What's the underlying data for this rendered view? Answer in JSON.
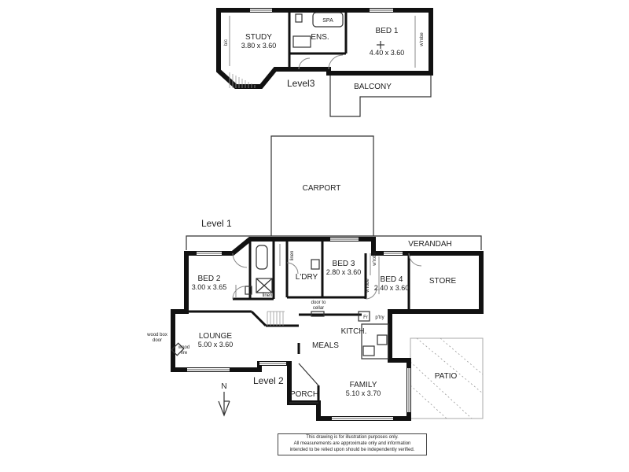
{
  "levels": {
    "level1": "Level 1",
    "level2": "Level 2",
    "level3": "Level3"
  },
  "rooms": {
    "study": {
      "name": "STUDY",
      "dims": "3.80 x 3.60"
    },
    "ens": {
      "name": "ENS."
    },
    "spa": {
      "name": "SPA"
    },
    "bed1": {
      "name": "BED 1",
      "dims": "4.40 x 3.60"
    },
    "balcony": {
      "name": "BALCONY"
    },
    "carport": {
      "name": "CARPORT"
    },
    "verandah": {
      "name": "VERANDAH"
    },
    "bed2": {
      "name": "BED 2",
      "dims": "3.00 x 3.65"
    },
    "ldry": {
      "name": "L'DRY"
    },
    "bed3": {
      "name": "BED 3",
      "dims": "2.80 x 3.60"
    },
    "bed4": {
      "name": "BED 4",
      "dims": "2.40 x 3.60"
    },
    "store": {
      "name": "STORE"
    },
    "lounge": {
      "name": "LOUNGE",
      "dims": "5.00 x 3.60"
    },
    "meals": {
      "name": "MEALS"
    },
    "kitch": {
      "name": "KITCH."
    },
    "family": {
      "name": "FAMILY",
      "dims": "5.10 x 3.70"
    },
    "porch": {
      "name": "PORCH"
    },
    "patio": {
      "name": "PATIO"
    }
  },
  "fixtures": {
    "bic": "b/c",
    "wrobe1": "w'robe",
    "wrobe2": "w'robe",
    "wrobe3": "w'robe",
    "linen1": "linen",
    "linen2": "linen",
    "door_to_cellar": [
      "door to",
      "cellar"
    ],
    "wood_box_door": [
      "wood box",
      "door"
    ],
    "wood_fire": [
      "wood",
      "fire"
    ],
    "fr": "Fr",
    "ptry": "p'try"
  },
  "north": "N",
  "disclaimer": [
    "This drawing is for illustration purposes only.",
    "All measurements are approximate only and information",
    "intended to be relied upon should be independently verified."
  ]
}
